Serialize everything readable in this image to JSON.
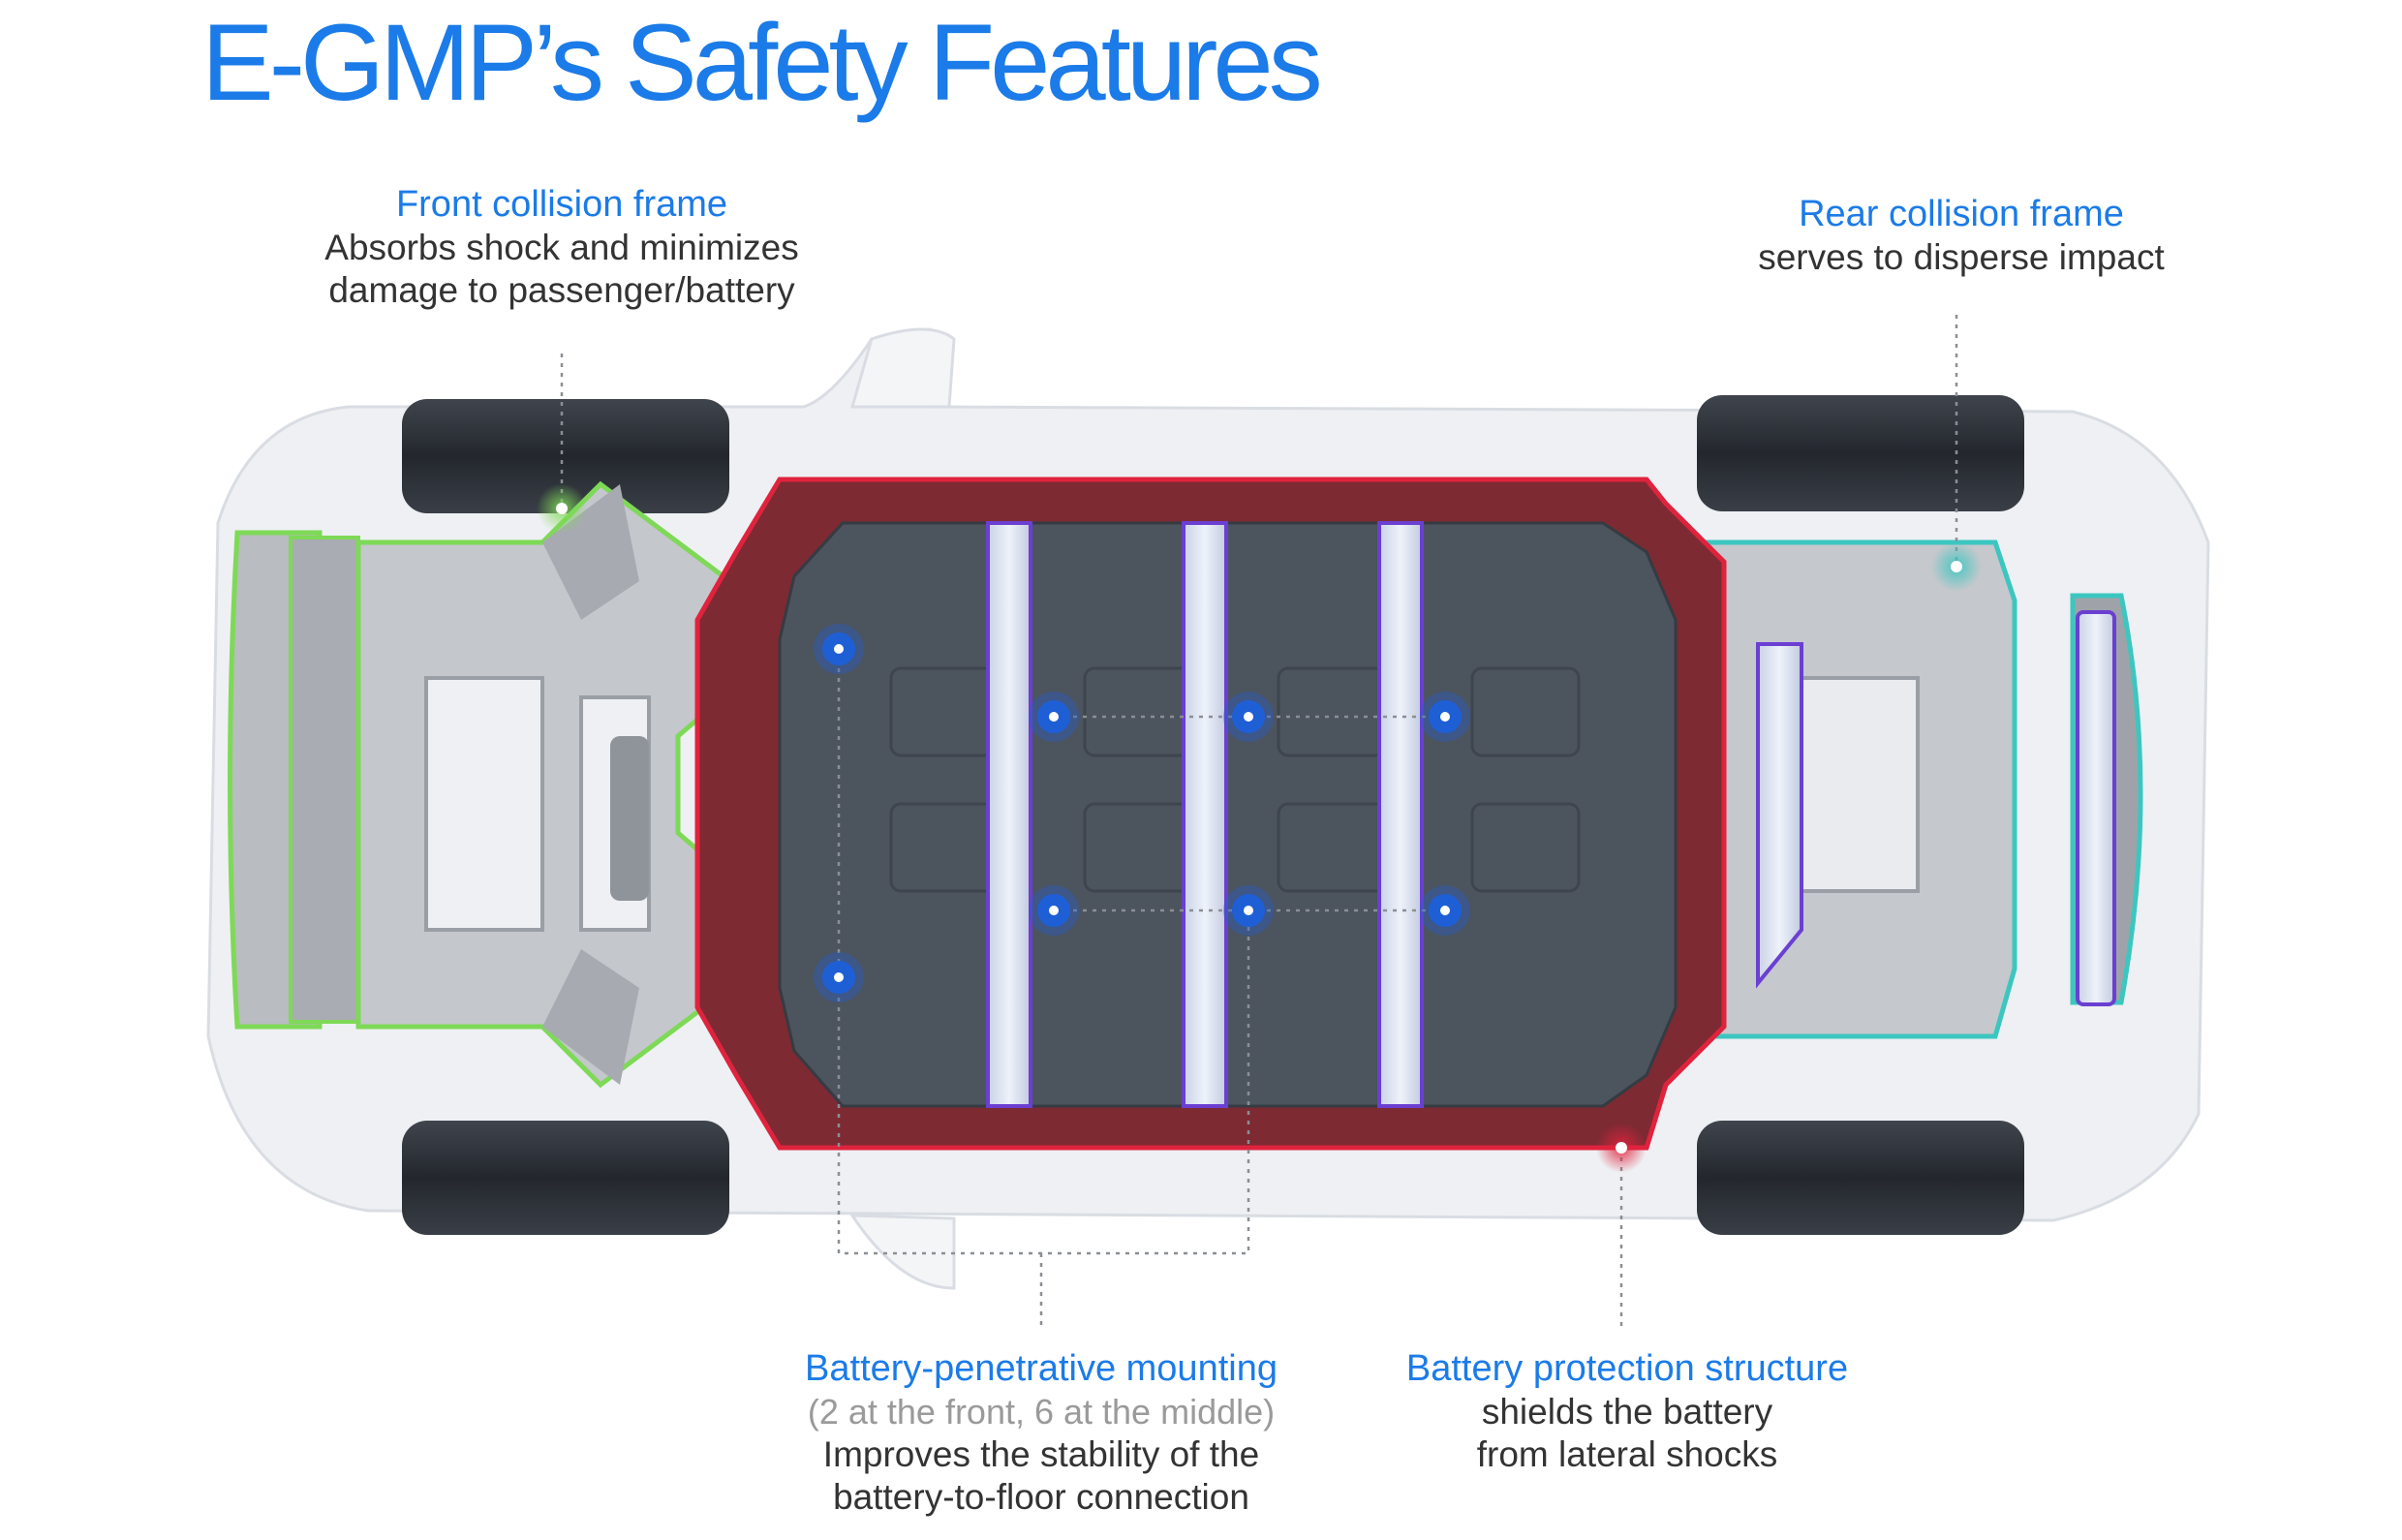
{
  "title": "E-GMP’s Safety Features",
  "callouts": {
    "front": {
      "heading": "Front collision frame",
      "line1": "Absorbs shock and minimizes",
      "line2": "damage to passenger/battery",
      "color": "#7ed957"
    },
    "rear": {
      "heading": "Rear collision frame",
      "line1": "serves to disperse impact",
      "color": "#3cc6c0"
    },
    "mounting": {
      "heading": "Battery-penetrative mounting",
      "note": "(2 at the front, 6 at the middle)",
      "line1": "Improves the stability of the",
      "line2": "battery-to-floor connection",
      "color": "#1f5fd6"
    },
    "protection": {
      "heading": "Battery protection structure",
      "line1": "shields the battery",
      "line2": "from lateral shocks",
      "color": "#e0233d"
    }
  },
  "colors": {
    "accent_blue": "#1b7be8",
    "battery_pack": "#4c545e",
    "battery_frame": "#7d2a33",
    "tire": "#2a2e35",
    "car_body": "#eef0f3"
  }
}
